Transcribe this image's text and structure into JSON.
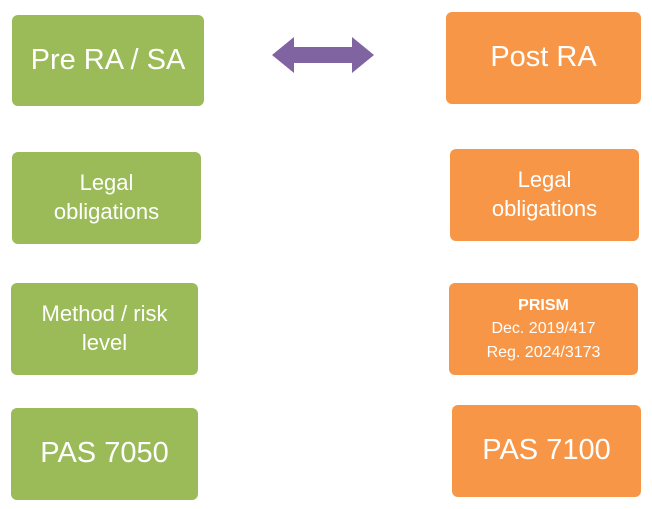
{
  "colors": {
    "left_column": "#9bbb59",
    "right_column": "#f79646",
    "arrow": "#8064a2"
  },
  "left": {
    "title": "Pre RA / SA",
    "legal_line1": "Legal",
    "legal_line2": "obligations",
    "method_line1": "Method / risk",
    "method_line2": "level",
    "standard": "PAS 7050"
  },
  "right": {
    "title": "Post RA",
    "legal_line1": "Legal",
    "legal_line2": "obligations",
    "prism_title": "PRISM",
    "prism_line1": "Dec. 2019/417",
    "prism_line2": "Reg. 2024/3173",
    "standard": "PAS 7100"
  },
  "connector": {
    "icon": "double-headed-arrow-icon"
  }
}
